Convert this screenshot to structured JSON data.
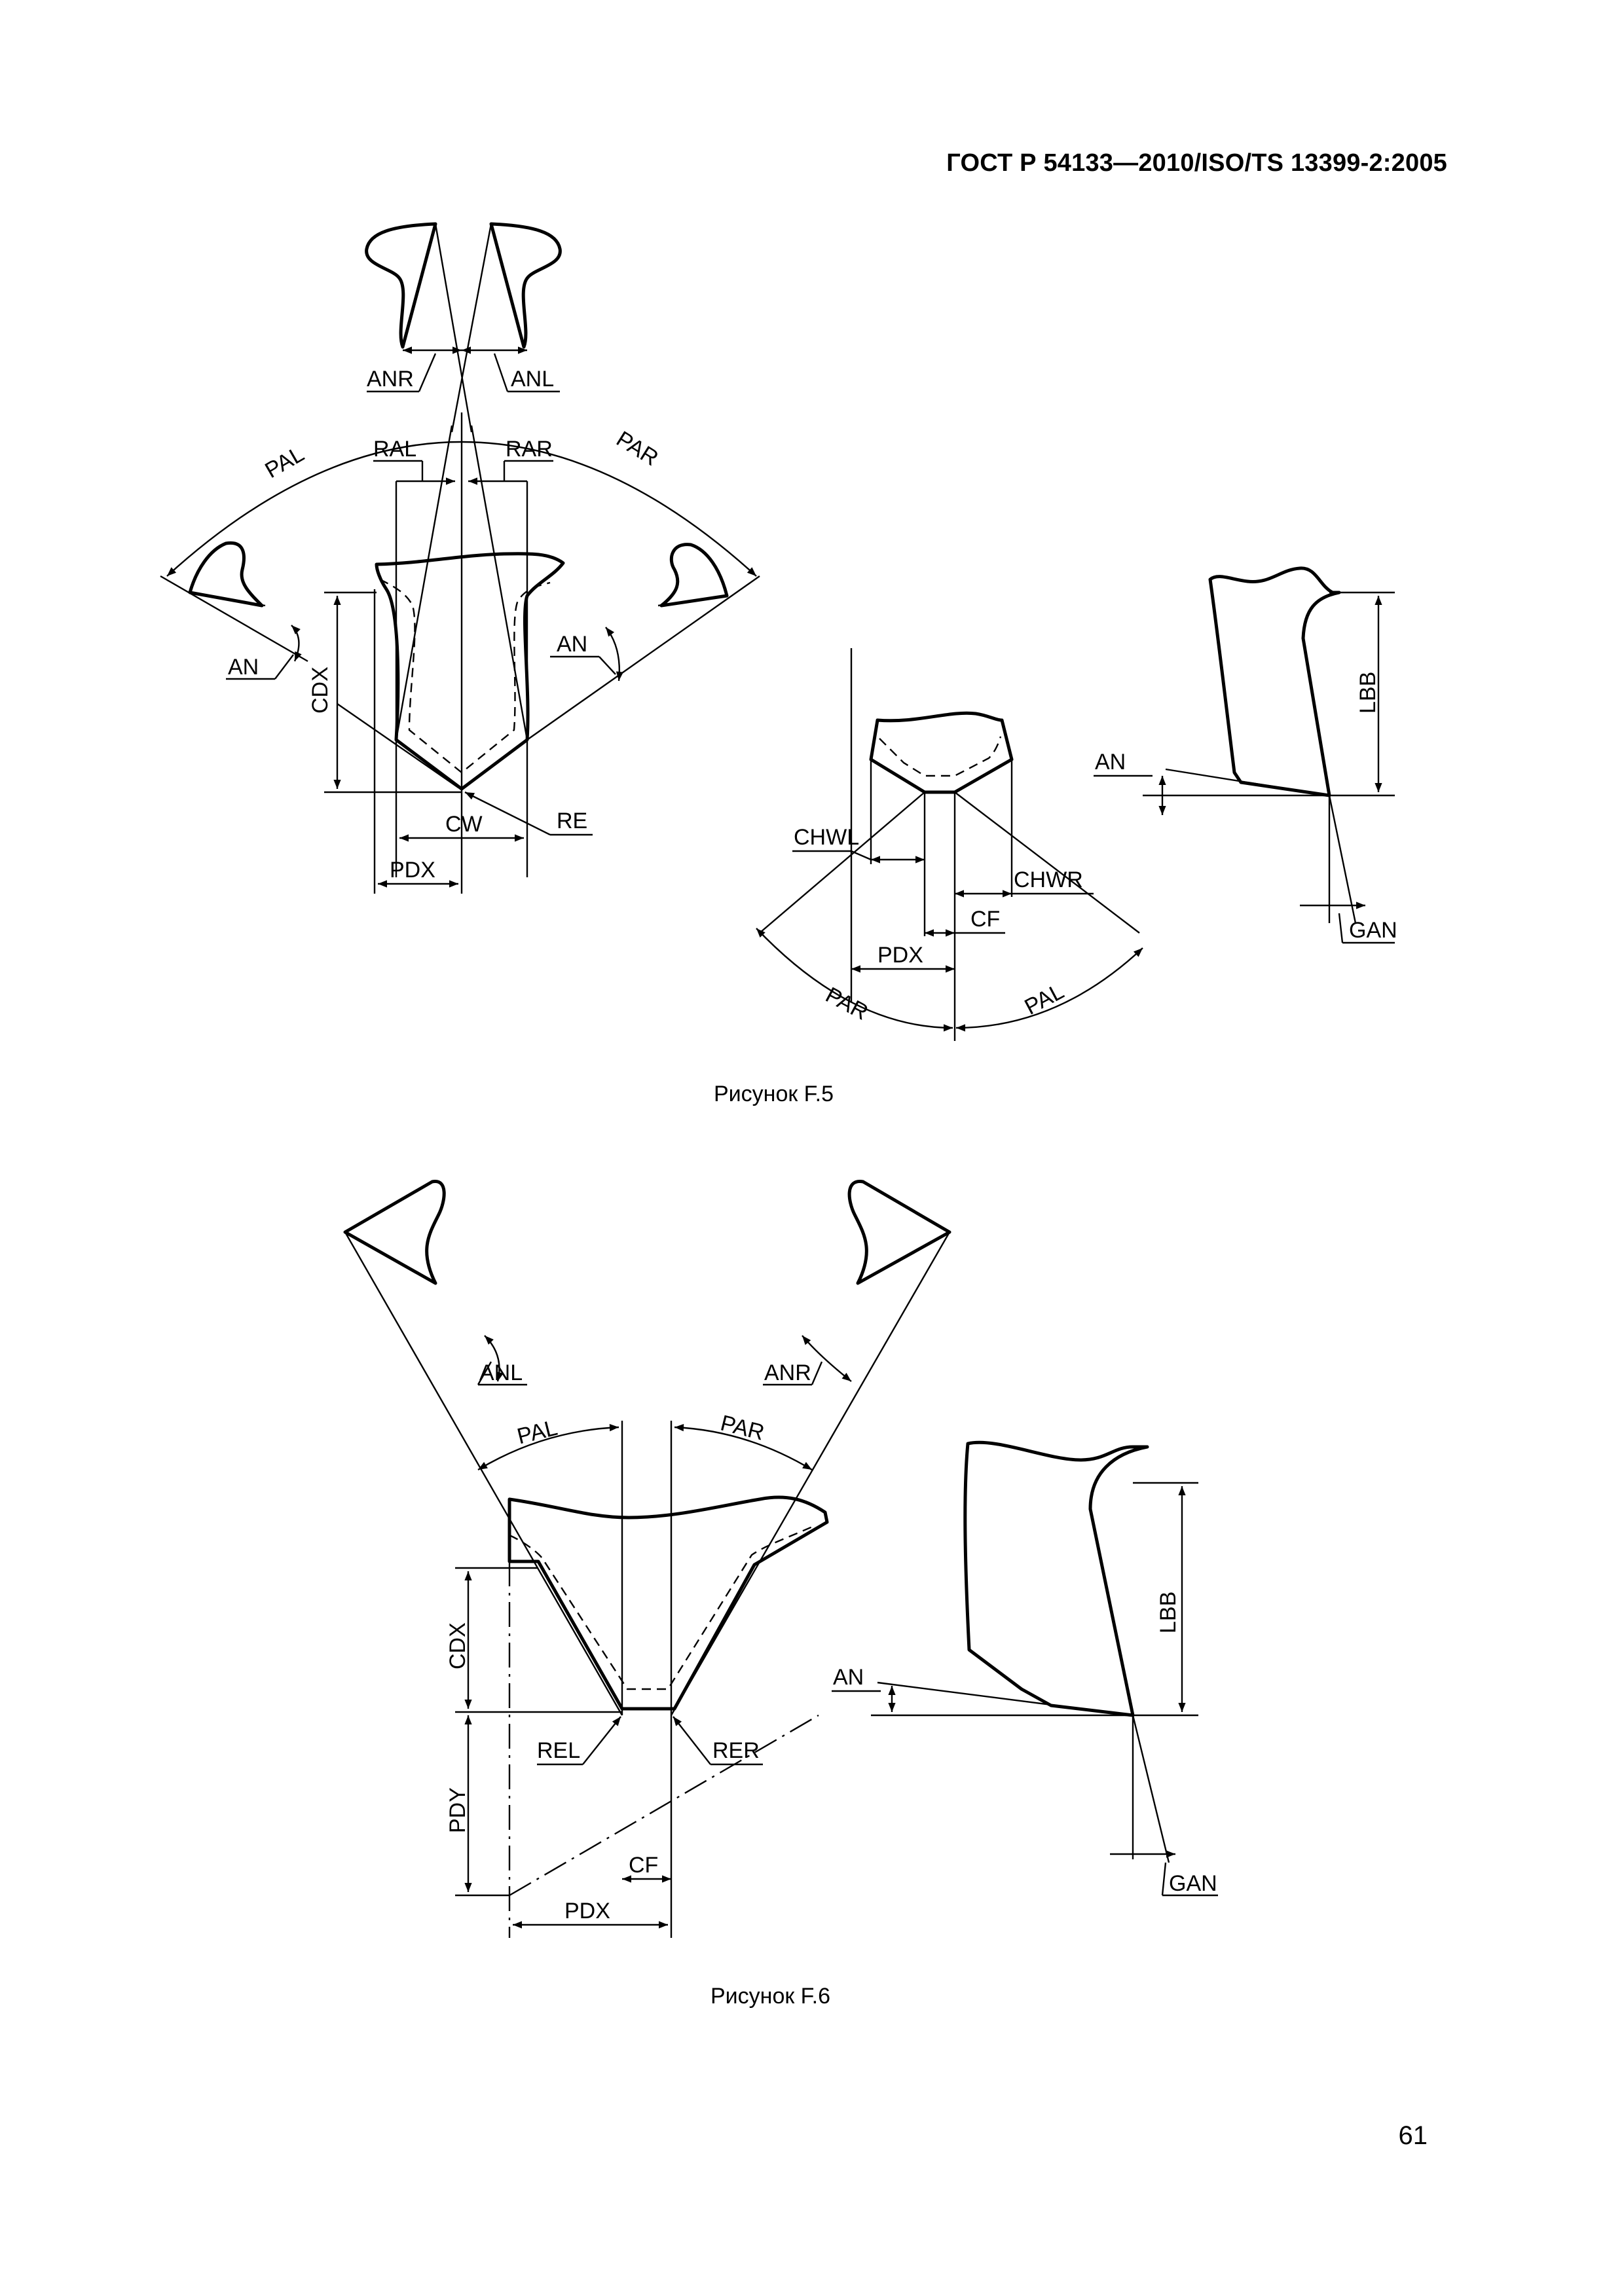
{
  "header": {
    "standard": "ГОСТ Р 54133—2010/ISO/TS 13399-2:2005"
  },
  "figure_f5": {
    "caption": "Рисунок F.5",
    "labels": {
      "anr": "ANR",
      "anl": "ANL",
      "pal": "PAL",
      "par": "PAR",
      "ral": "RAL",
      "rar": "RAR",
      "an_left": "AN",
      "an_right": "AN",
      "cdx": "CDX",
      "cw": "CW",
      "re": "RE",
      "pdx": "PDX",
      "chwl": "CHWL",
      "chwr": "CHWR",
      "cf": "CF",
      "pdx2": "PDX",
      "par2": "PAR",
      "pal2": "PAL",
      "an_side": "AN",
      "lbb": "LBB",
      "gan": "GAN"
    }
  },
  "figure_f6": {
    "caption": "Рисунок F.6",
    "labels": {
      "anl": "ANL",
      "anr": "ANR",
      "pal": "PAL",
      "par": "PAR",
      "cdx": "CDX",
      "rel": "REL",
      "rer": "RER",
      "pdy": "PDY",
      "cf": "CF",
      "pdx": "PDX",
      "an": "AN",
      "lbb": "LBB",
      "gan": "GAN"
    }
  },
  "page_number": "61"
}
